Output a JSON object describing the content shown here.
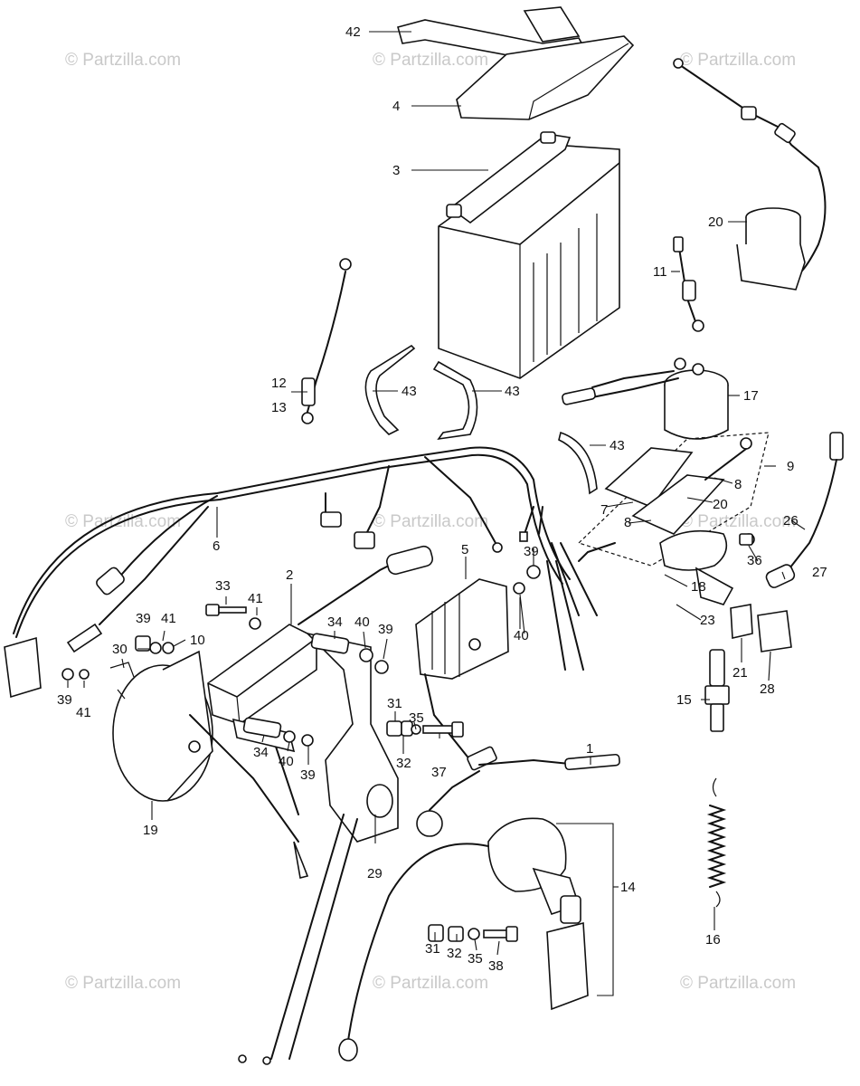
{
  "watermark": {
    "text": "© Partzilla.com"
  },
  "callouts": {
    "c1": "1",
    "c2": "2",
    "c3": "3",
    "c4": "4",
    "c5": "5",
    "c6": "6",
    "c7": "7",
    "c8": "8",
    "c8b": "8",
    "c9": "9",
    "c10": "10",
    "c11": "11",
    "c12": "12",
    "c13": "13",
    "c14": "14",
    "c15": "15",
    "c16": "16",
    "c17": "17",
    "c18": "18",
    "c19": "19",
    "c20a": "20",
    "c20b": "20",
    "c21": "21",
    "c23": "23",
    "c26": "26",
    "c27": "27",
    "c28": "28",
    "c29": "29",
    "c30": "30",
    "c31a": "31",
    "c31b": "31",
    "c32a": "32",
    "c32b": "32",
    "c33": "33",
    "c34a": "34",
    "c34b": "34",
    "c35a": "35",
    "c35b": "35",
    "c36": "36",
    "c37": "37",
    "c38": "38",
    "c39a": "39",
    "c39b": "39",
    "c39c": "39",
    "c39d": "39",
    "c39e": "39",
    "c40a": "40",
    "c40b": "40",
    "c40c": "40",
    "c41a": "41",
    "c41b": "41",
    "c41c": "41",
    "c42": "42",
    "c43a": "43",
    "c43b": "43",
    "c43c": "43"
  }
}
